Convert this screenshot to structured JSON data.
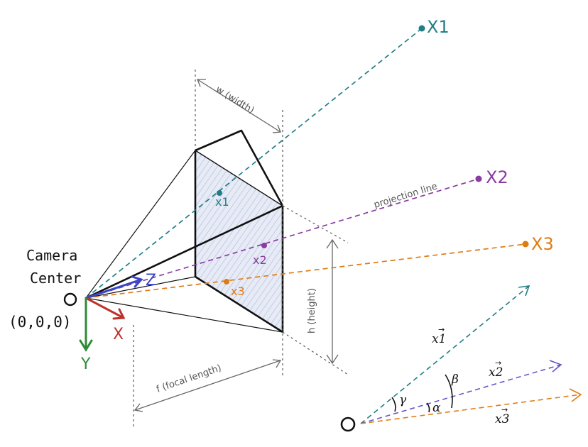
{
  "camera": {
    "label_line1": "Camera",
    "label_line2": "Center",
    "origin": "(0,0,0)"
  },
  "axes": {
    "z": "Z",
    "x": "X",
    "y": "Y"
  },
  "dims": {
    "width": "w (width)",
    "height": "h (height)",
    "focal": "f (focal length)"
  },
  "projection_label": "projection line",
  "world_points": {
    "p1": "X1",
    "p2": "X2",
    "p3": "X3"
  },
  "image_points": {
    "p1": "x1",
    "p2": "x2",
    "p3": "x3"
  },
  "vectors": {
    "v1": "x1",
    "v2": "x2",
    "v3": "x3"
  },
  "angles": {
    "alpha": "α",
    "beta": "β",
    "gamma": "γ"
  },
  "colors": {
    "teal": "#1f7f86",
    "purple": "#8a3aa0",
    "orange": "#e07b14",
    "blue": "#3a46c8",
    "vec_purple": "#6a52c8",
    "red": "#c0302a",
    "green": "#2f8a3a",
    "plane_fill": "#dfe4f3"
  }
}
